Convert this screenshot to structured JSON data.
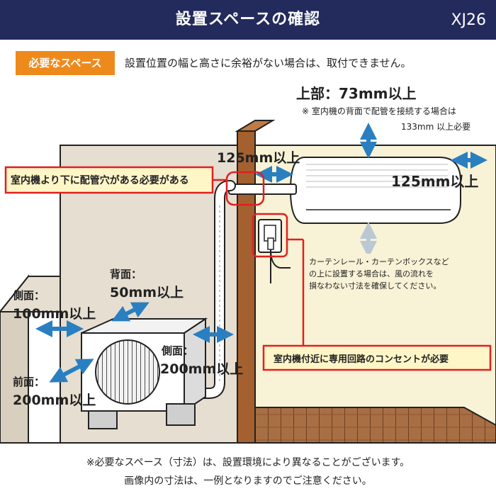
{
  "header": {
    "title": "設置スペースの確認",
    "model_code": "XJ26"
  },
  "requirement": {
    "badge": "必要なスペース",
    "text": "設置位置の幅と高さに余裕がない場合は、取付できません。"
  },
  "labels": {
    "top_title": "上部：73mm以上",
    "top_note_1": "※ 室内機の背面で配管を接続する場合は",
    "top_note_2": "133mm 以上必要",
    "left_clearance": "125mm以上",
    "right_clearance": "125mm以上",
    "pipe_hole_note": "室内機より下に配管穴がある必要がある",
    "curtain_note_1": "カーテンレール・カーテンボックスなど",
    "curtain_note_2": "の上に設置する場合は、風の流れを",
    "curtain_note_3": "損なわない寸法を確保してください。",
    "outlet_note": "室内機付近に専用回路のコンセントが必要",
    "outdoor_back_1": "背面：",
    "outdoor_back_2": "50mm以上",
    "outdoor_side_left_1": "側面：",
    "outdoor_side_left_2": "100mm以上",
    "outdoor_side_right_1": "側面：",
    "outdoor_side_right_2": "200mm以上",
    "outdoor_front_1": "前面：",
    "outdoor_front_2": "200mm以上"
  },
  "footer": {
    "line1": "※必要なスペース（寸法）は、設置環境により異なることがございます。",
    "line2": "画像内の寸法は、一例となりますのでご注意ください。"
  },
  "colors": {
    "header": "#232a5c",
    "badge": "#ee8a1c",
    "arrow": "#2a7fc1",
    "highlight": "#e02020",
    "callout_bg": "#fff6c8"
  }
}
